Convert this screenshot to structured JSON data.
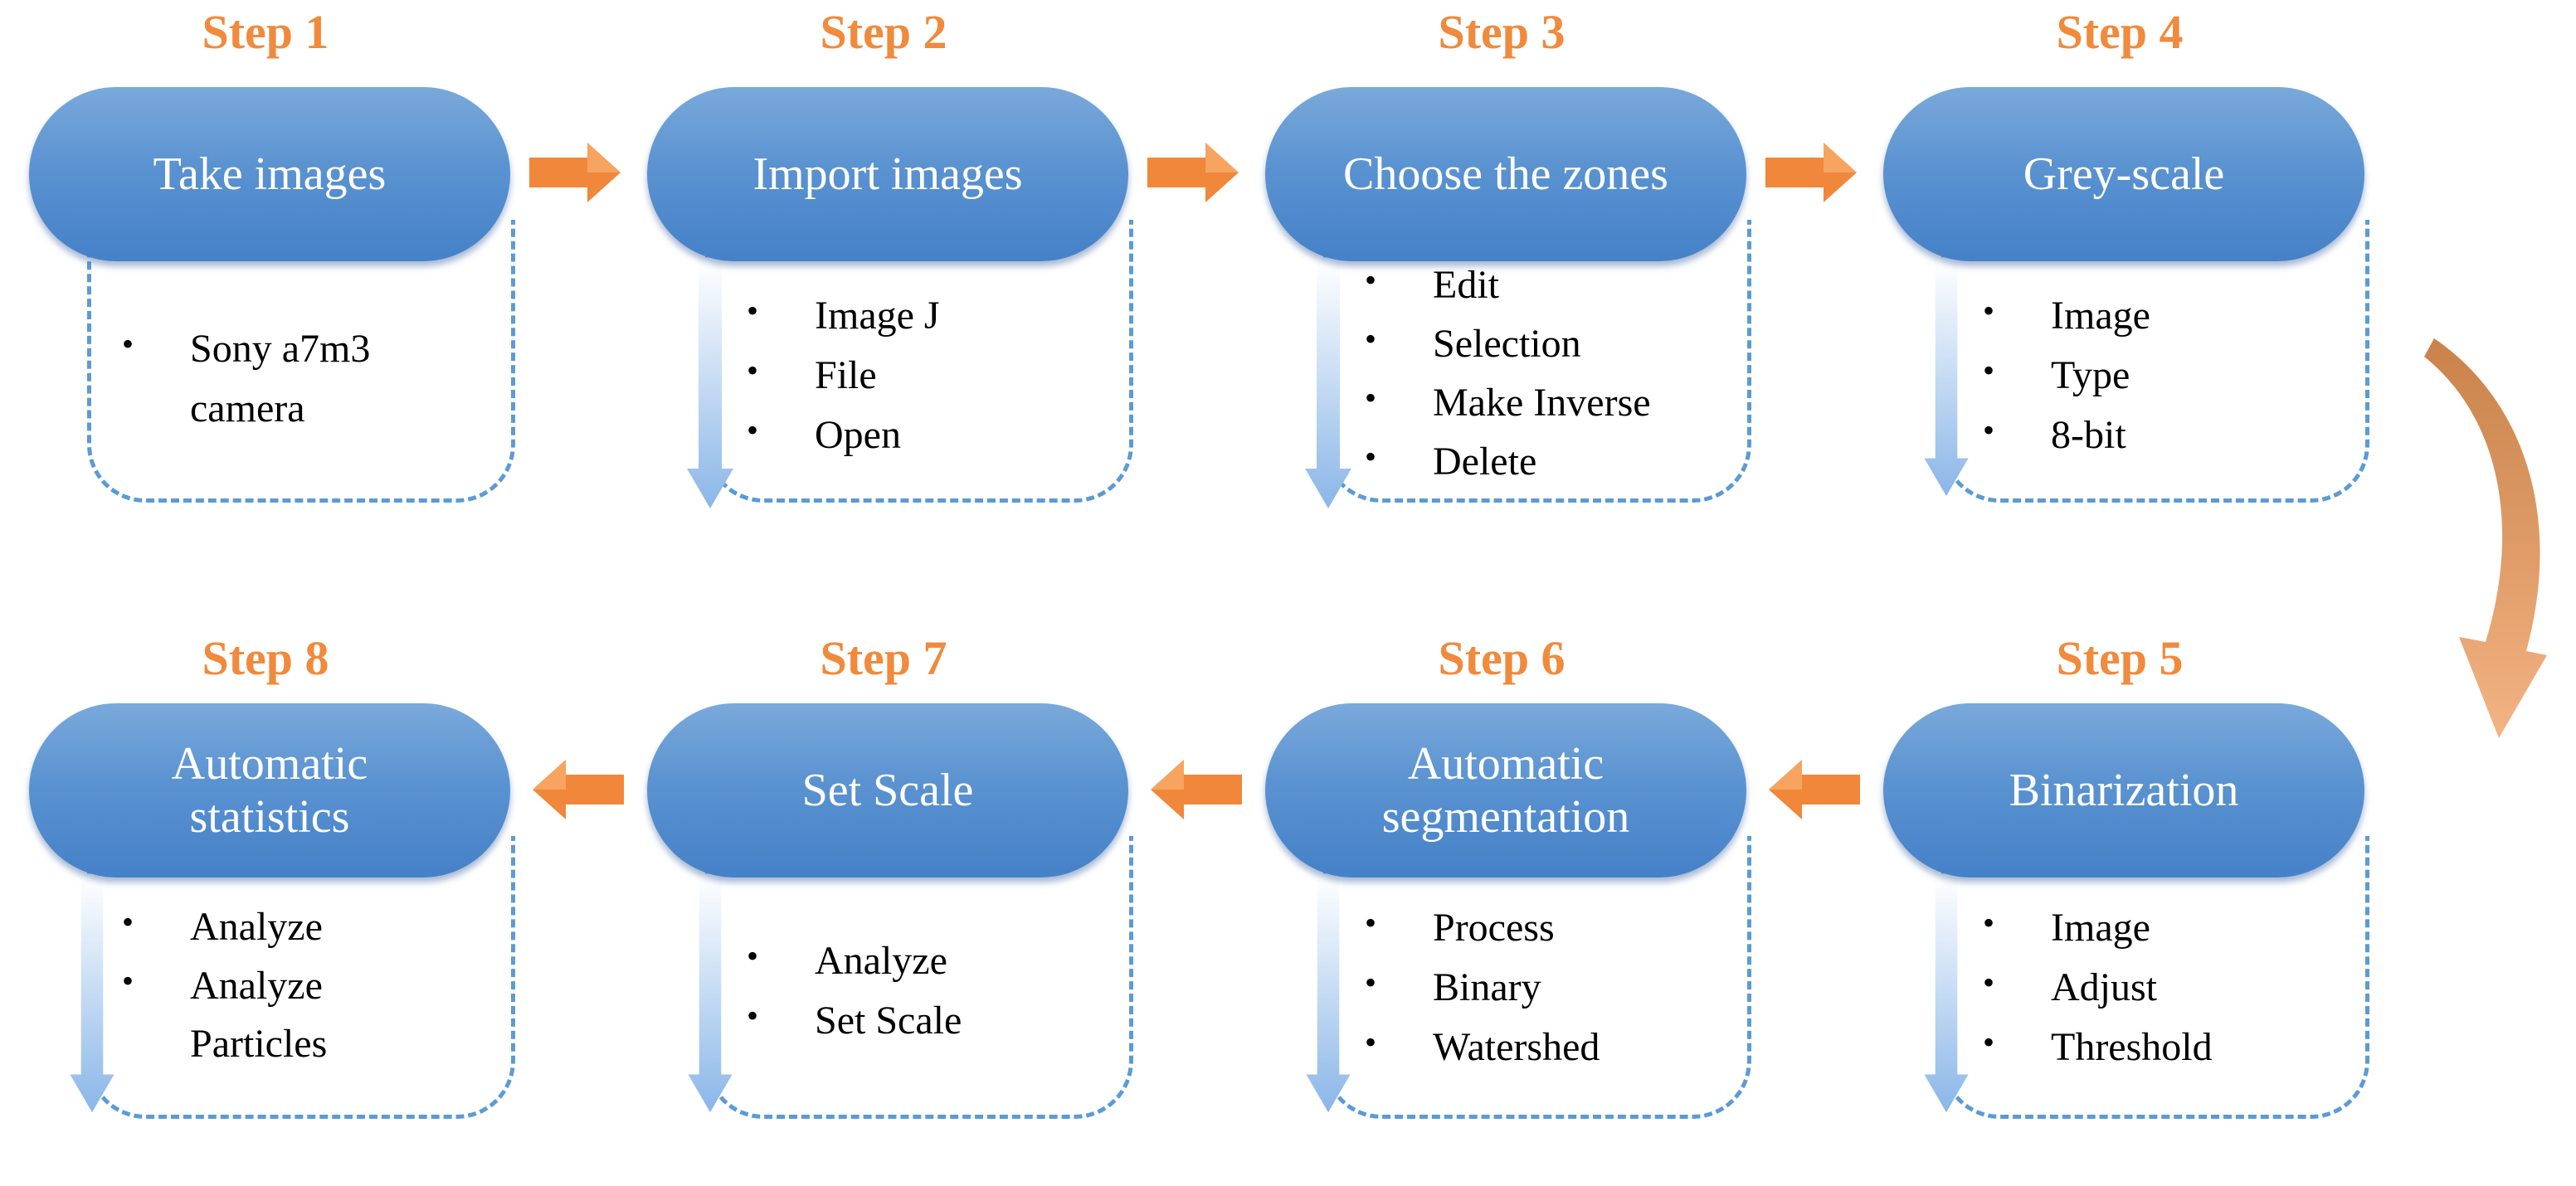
{
  "colors": {
    "step_label": "#f08a3c",
    "pill_top": "#7aa9db",
    "pill_bottom": "#4581c8",
    "dash_border": "#5b9bd5",
    "arrow_orange": "#f0873a",
    "curve_arrow": "#e8a472"
  },
  "steps": [
    {
      "label": "Step 1",
      "title": "Take images",
      "items": [
        "Sony a7m3 camera"
      ],
      "has_down_arrow": false
    },
    {
      "label": "Step 2",
      "title": "Import images",
      "items": [
        "Image J",
        "File",
        "Open"
      ],
      "has_down_arrow": true
    },
    {
      "label": "Step 3",
      "title": "Choose the zones",
      "items": [
        "Edit",
        "Selection",
        "Make Inverse",
        "Delete"
      ],
      "has_down_arrow": true
    },
    {
      "label": "Step 4",
      "title": "Grey-scale",
      "items": [
        "Image",
        "Type",
        "8-bit"
      ],
      "has_down_arrow": true
    },
    {
      "label": "Step 5",
      "title": "Binarization",
      "items": [
        "Image",
        "Adjust",
        "Threshold"
      ],
      "has_down_arrow": true
    },
    {
      "label": "Step 6",
      "title": "Automatic segmentation",
      "items": [
        "Process",
        "Binary",
        "Watershed"
      ],
      "has_down_arrow": true
    },
    {
      "label": "Step 7",
      "title": "Set Scale",
      "items": [
        "Analyze",
        "Set Scale"
      ],
      "has_down_arrow": true
    },
    {
      "label": "Step 8",
      "title": "Automatic statistics",
      "items": [
        "Analyze",
        "Analyze Particles"
      ],
      "has_down_arrow": true
    }
  ],
  "icons": {
    "right_arrow": "arrow-right-icon",
    "left_arrow": "arrow-left-icon",
    "down_arrow": "arrow-down-icon",
    "curve_arrow": "curved-arrow-down-icon"
  }
}
